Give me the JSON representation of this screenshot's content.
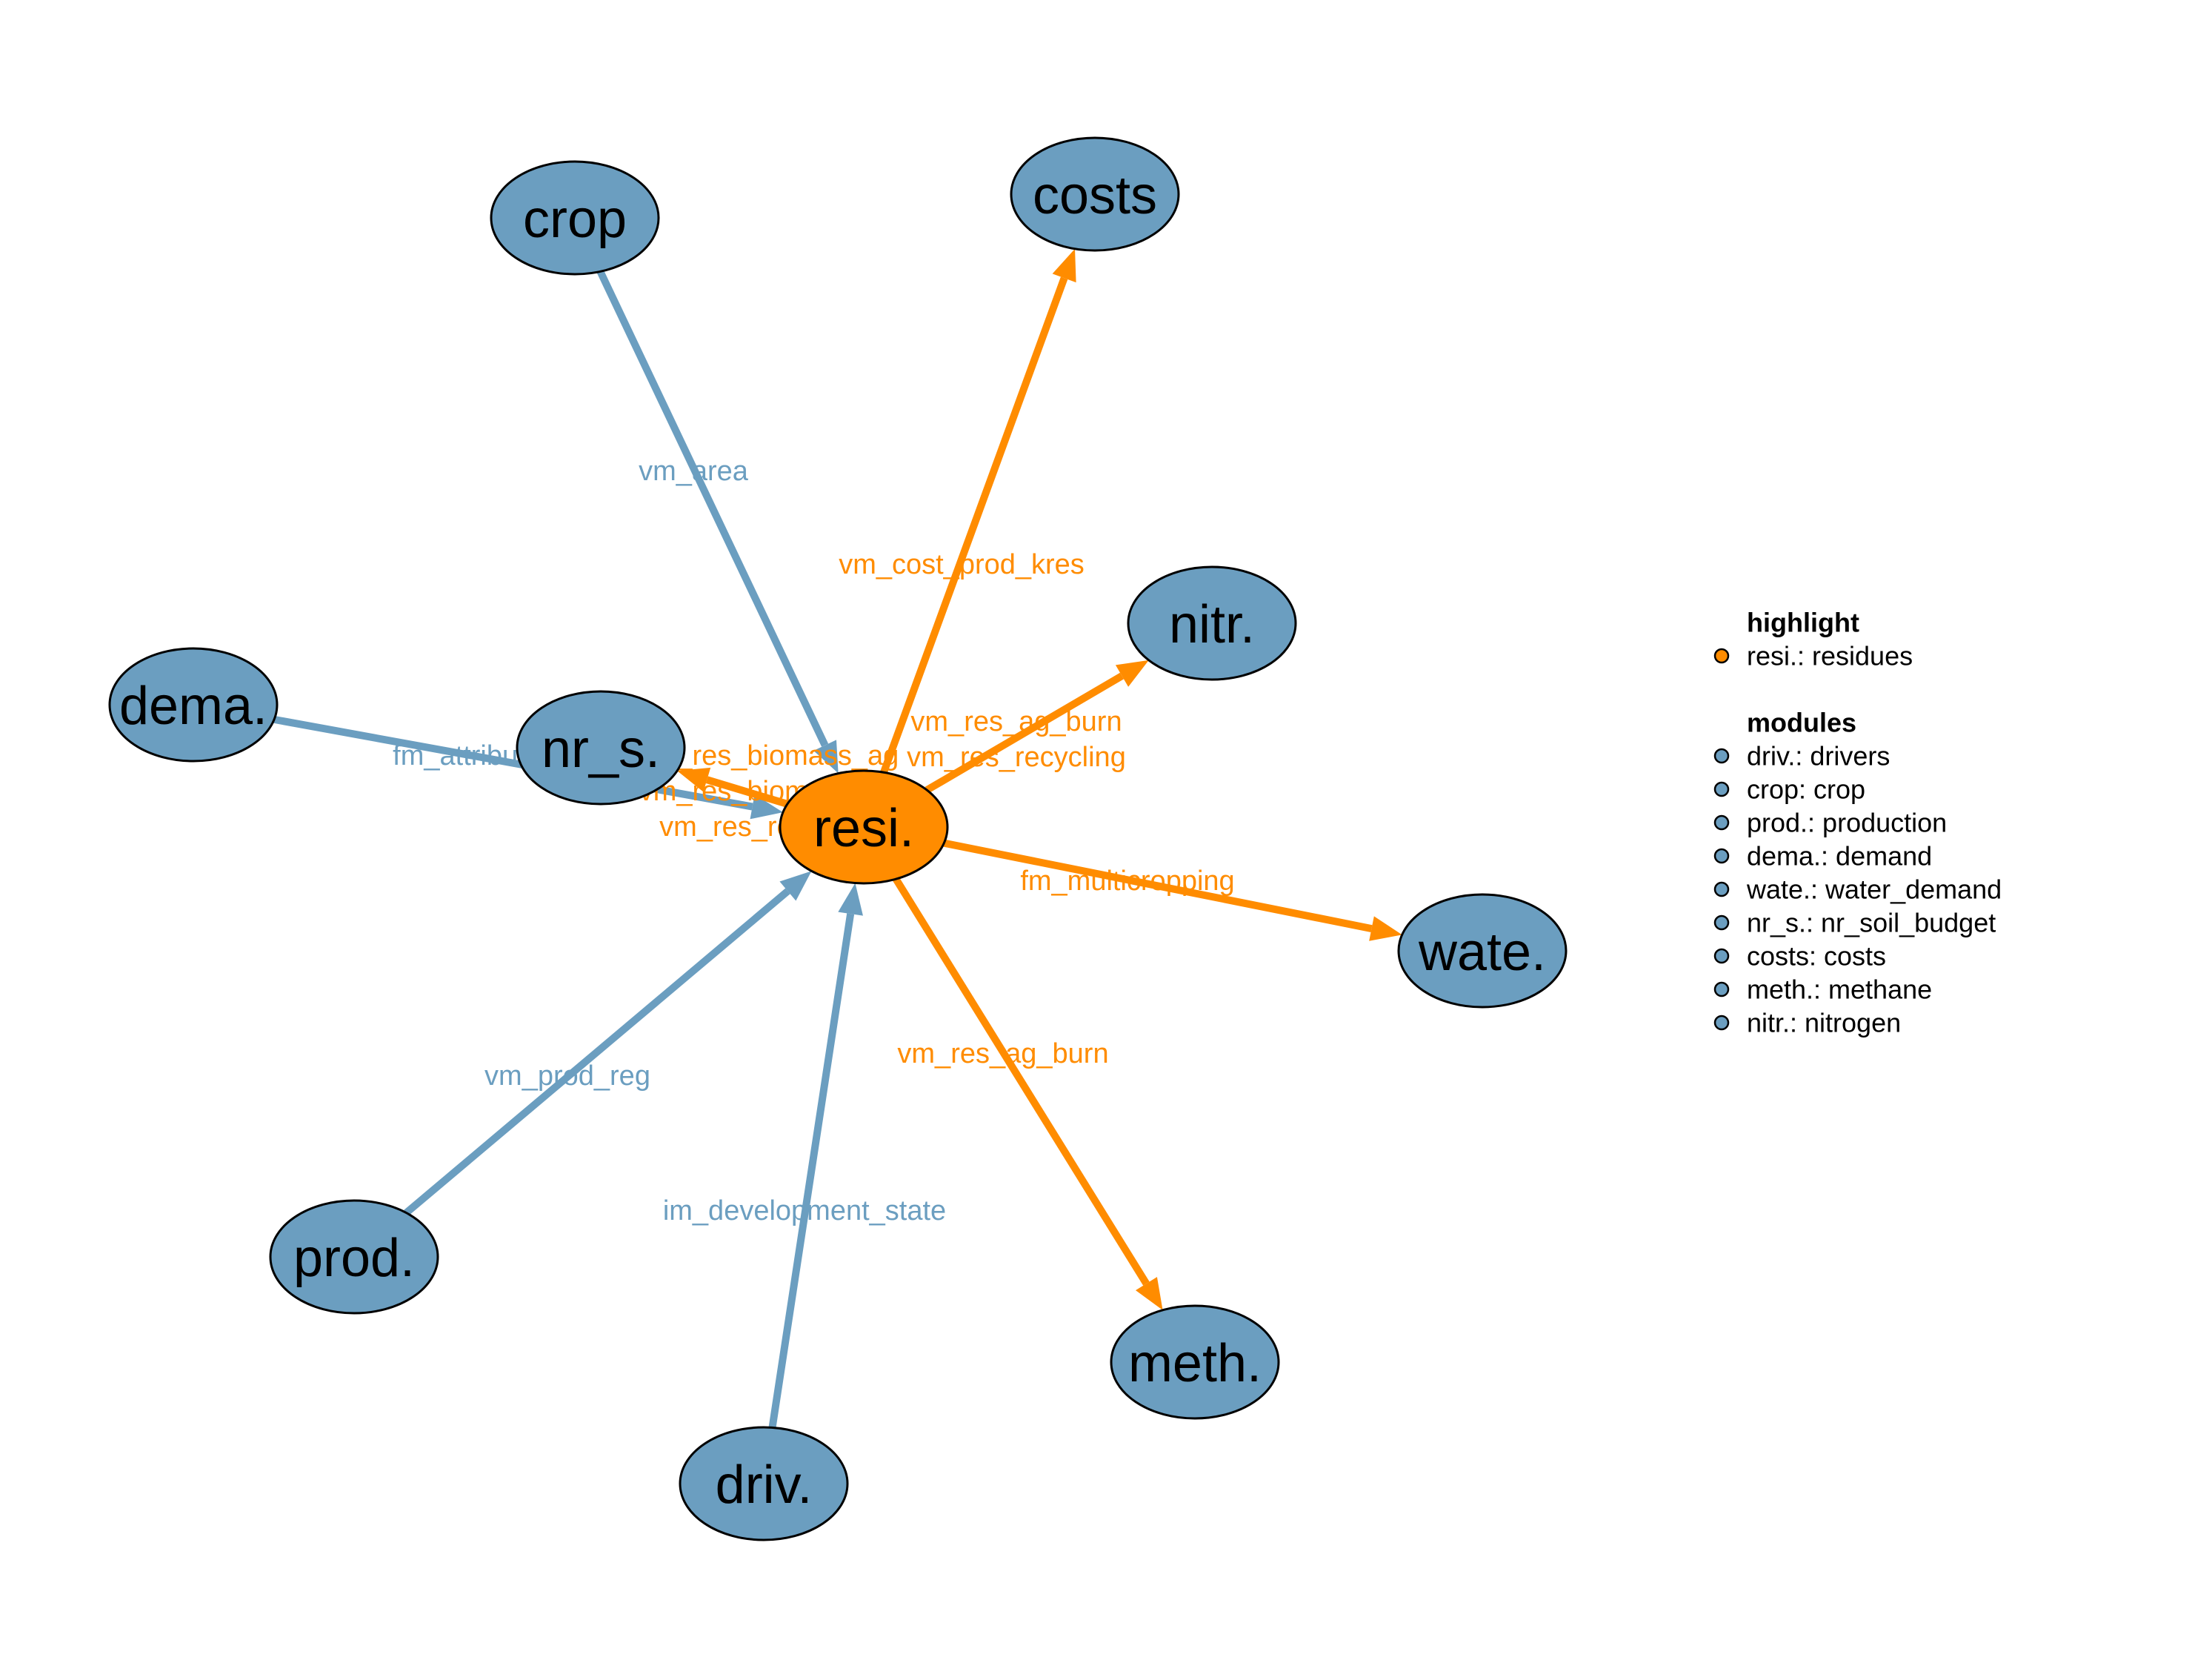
{
  "colors": {
    "module": "#6b9ec0",
    "highlight": "#ff8c00",
    "module_edge": "#6b9ec0",
    "highlight_edge": "#ff8c00",
    "outline": "#000000"
  },
  "nodes": [
    {
      "id": "crop",
      "label": "crop",
      "type": "module"
    },
    {
      "id": "costs",
      "label": "costs",
      "type": "module"
    },
    {
      "id": "nitr",
      "label": "nitr.",
      "type": "module"
    },
    {
      "id": "dema",
      "label": "dema.",
      "type": "module"
    },
    {
      "id": "nr_s",
      "label": "nr_s.",
      "type": "module"
    },
    {
      "id": "resi",
      "label": "resi.",
      "type": "highlight"
    },
    {
      "id": "wate",
      "label": "wate.",
      "type": "module"
    },
    {
      "id": "prod",
      "label": "prod.",
      "type": "module"
    },
    {
      "id": "meth",
      "label": "meth.",
      "type": "module"
    },
    {
      "id": "driv",
      "label": "driv.",
      "type": "module"
    }
  ],
  "edges": [
    {
      "from": "crop",
      "to": "resi",
      "type": "module",
      "labels": [
        "vm_area"
      ]
    },
    {
      "from": "dema",
      "to": "resi",
      "type": "module",
      "labels": [
        "fm_attributes"
      ]
    },
    {
      "from": "prod",
      "to": "resi",
      "type": "module",
      "labels": [
        "vm_prod_reg"
      ]
    },
    {
      "from": "driv",
      "to": "resi",
      "type": "module",
      "labels": [
        "im_development_state"
      ]
    },
    {
      "from": "resi",
      "to": "costs",
      "type": "highlight",
      "labels": [
        "vm_cost_prod_kres"
      ]
    },
    {
      "from": "resi",
      "to": "nitr",
      "type": "highlight",
      "labels": [
        "vm_res_ag_burn",
        "vm_res_recycling"
      ]
    },
    {
      "from": "resi",
      "to": "nr_s",
      "type": "highlight",
      "labels": [
        "vm_res_biomass_ag",
        "vm_res_biomass_bg",
        "vm_res_recycling"
      ]
    },
    {
      "from": "resi",
      "to": "wate",
      "type": "highlight",
      "labels": [
        "fm_multicropping"
      ]
    },
    {
      "from": "resi",
      "to": "meth",
      "type": "highlight",
      "labels": [
        "vm_res_ag_burn"
      ]
    }
  ],
  "legend": {
    "highlight_title": "highlight",
    "highlight_items": [
      "resi.: residues"
    ],
    "modules_title": "modules",
    "module_items": [
      "driv.: drivers",
      "crop: crop",
      "prod.: production",
      "dema.: demand",
      "wate.: water_demand",
      "nr_s.: nr_soil_budget",
      "costs: costs",
      "meth.: methane",
      "nitr.: nitrogen"
    ]
  }
}
